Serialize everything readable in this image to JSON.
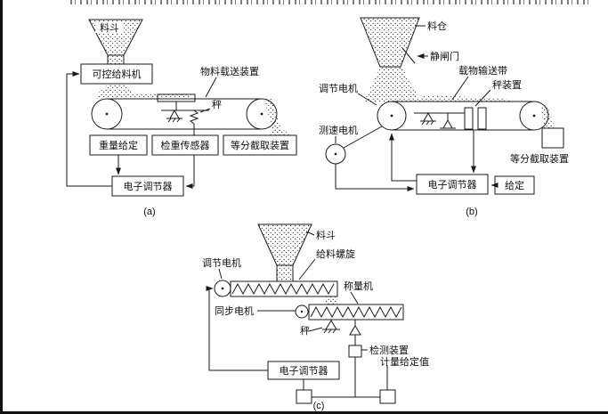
{
  "colors": {
    "ink": "#1a1a1a",
    "paper": "#ffffff"
  },
  "diagram_a": {
    "hopper": "料斗",
    "feeder": "可控给料机",
    "conveyor": "物料载送装置",
    "scale": "秤",
    "weight_setpoint": "重量给定",
    "weigh_sensor": "检重传感器",
    "sampler": "等分截取装置",
    "regulator": "电子调节器",
    "caption": "(a)"
  },
  "diagram_b": {
    "silo": "料仓",
    "static_gate": "静闸门",
    "conveyor_belt": "载物输送带",
    "scale_device": "秤装置",
    "adjust_motor": "调节电机",
    "tacho_motor": "测速电机",
    "sampler": "等分截取装置",
    "regulator": "电子调节器",
    "setpoint": "给定",
    "caption": "(b)"
  },
  "diagram_c": {
    "hopper": "料斗",
    "feed_screw": "给料螺旋",
    "adjust_motor": "调节电机",
    "sync_motor": "同步电机",
    "weigher": "称量机",
    "scale": "秤",
    "detector": "检测装置",
    "regulator": "电子调节器",
    "metering_setpoint": "计量给定值",
    "caption": "(c)"
  }
}
